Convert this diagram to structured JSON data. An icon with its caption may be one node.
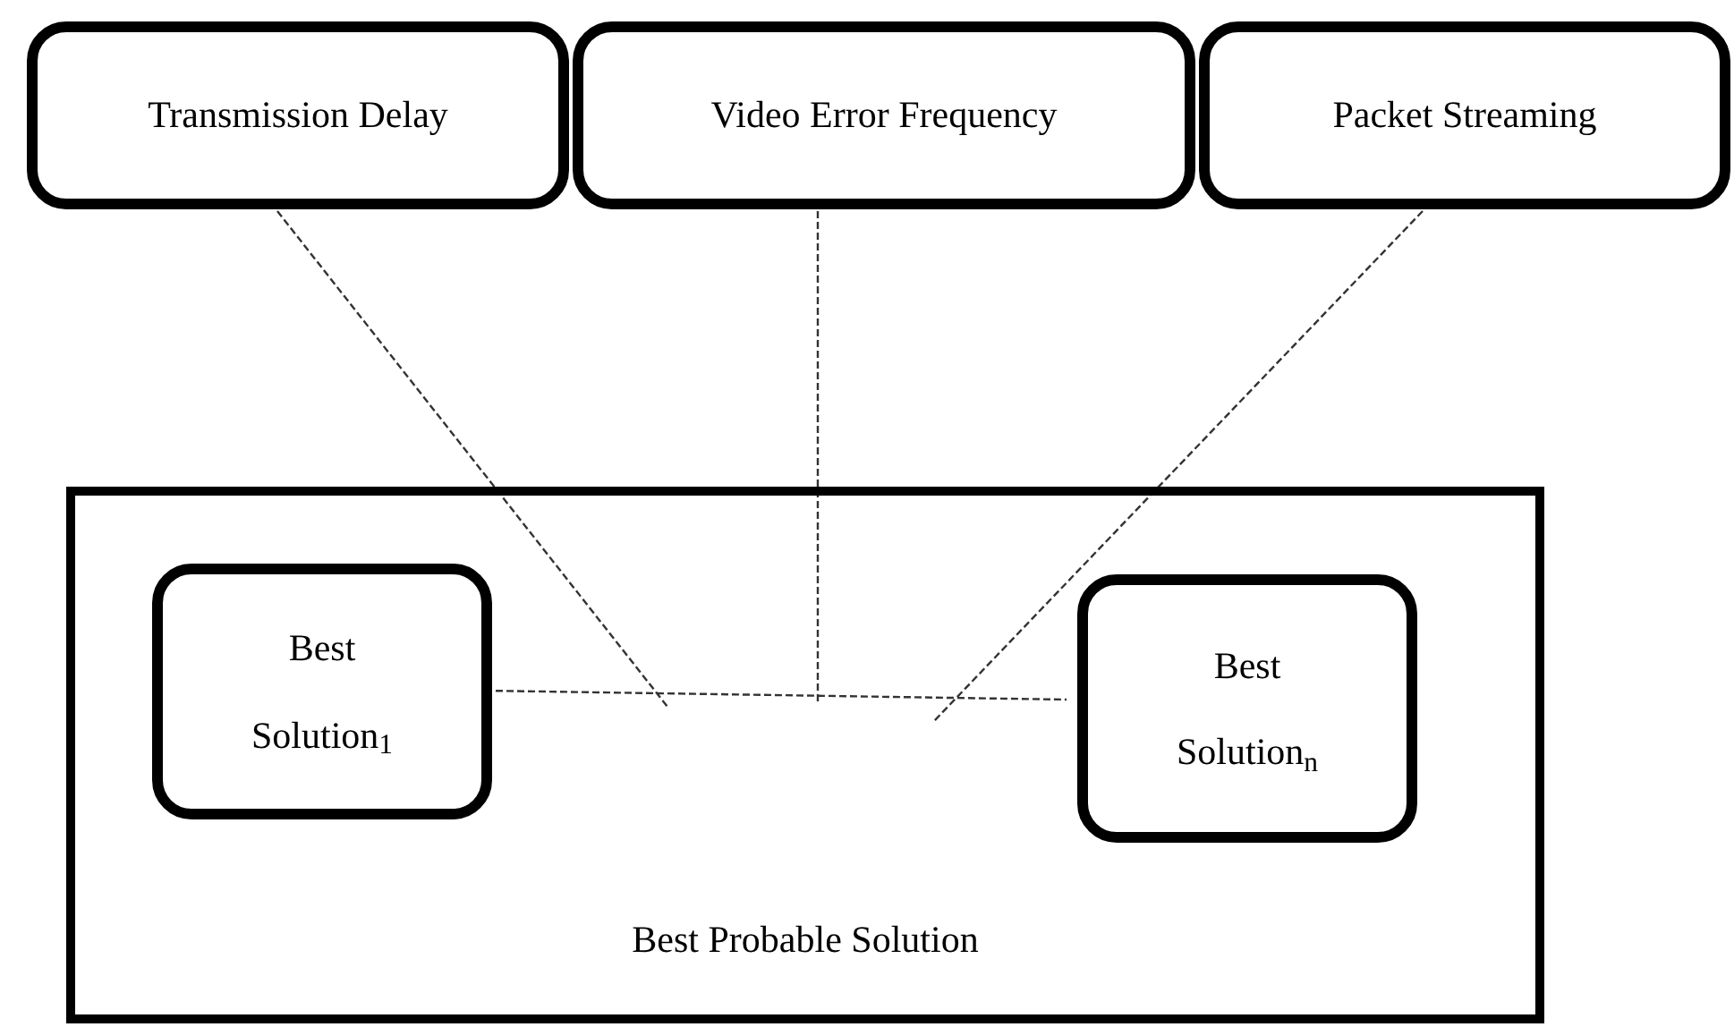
{
  "diagram": {
    "nodes": [
      {
        "text": [
          "Transmission Delay"
        ]
      },
      {
        "text": [
          "Video Error Frequency"
        ]
      },
      {
        "text": [
          "Packet Streaming"
        ]
      },
      {
        "text": [
          "Best Probable Solution"
        ]
      },
      {
        "text": [
          "Best Solution$_{1}$"
        ],
        "in": 3
      },
      {
        "text": [
          "Best Solution$_{n}$"
        ],
        "in": 3
      }
    ],
    "edges": [
      {
        "from": 0,
        "to": null,
        "arrow": "none",
        "style": "dashed"
      },
      {
        "from": 1,
        "to": null,
        "arrow": "none",
        "style": "dashed"
      },
      {
        "from": 2,
        "to": null,
        "arrow": "none",
        "style": "dashed"
      },
      {
        "from": 4,
        "to": 5,
        "arrow": "none",
        "style": "dashed"
      }
    ]
  }
}
